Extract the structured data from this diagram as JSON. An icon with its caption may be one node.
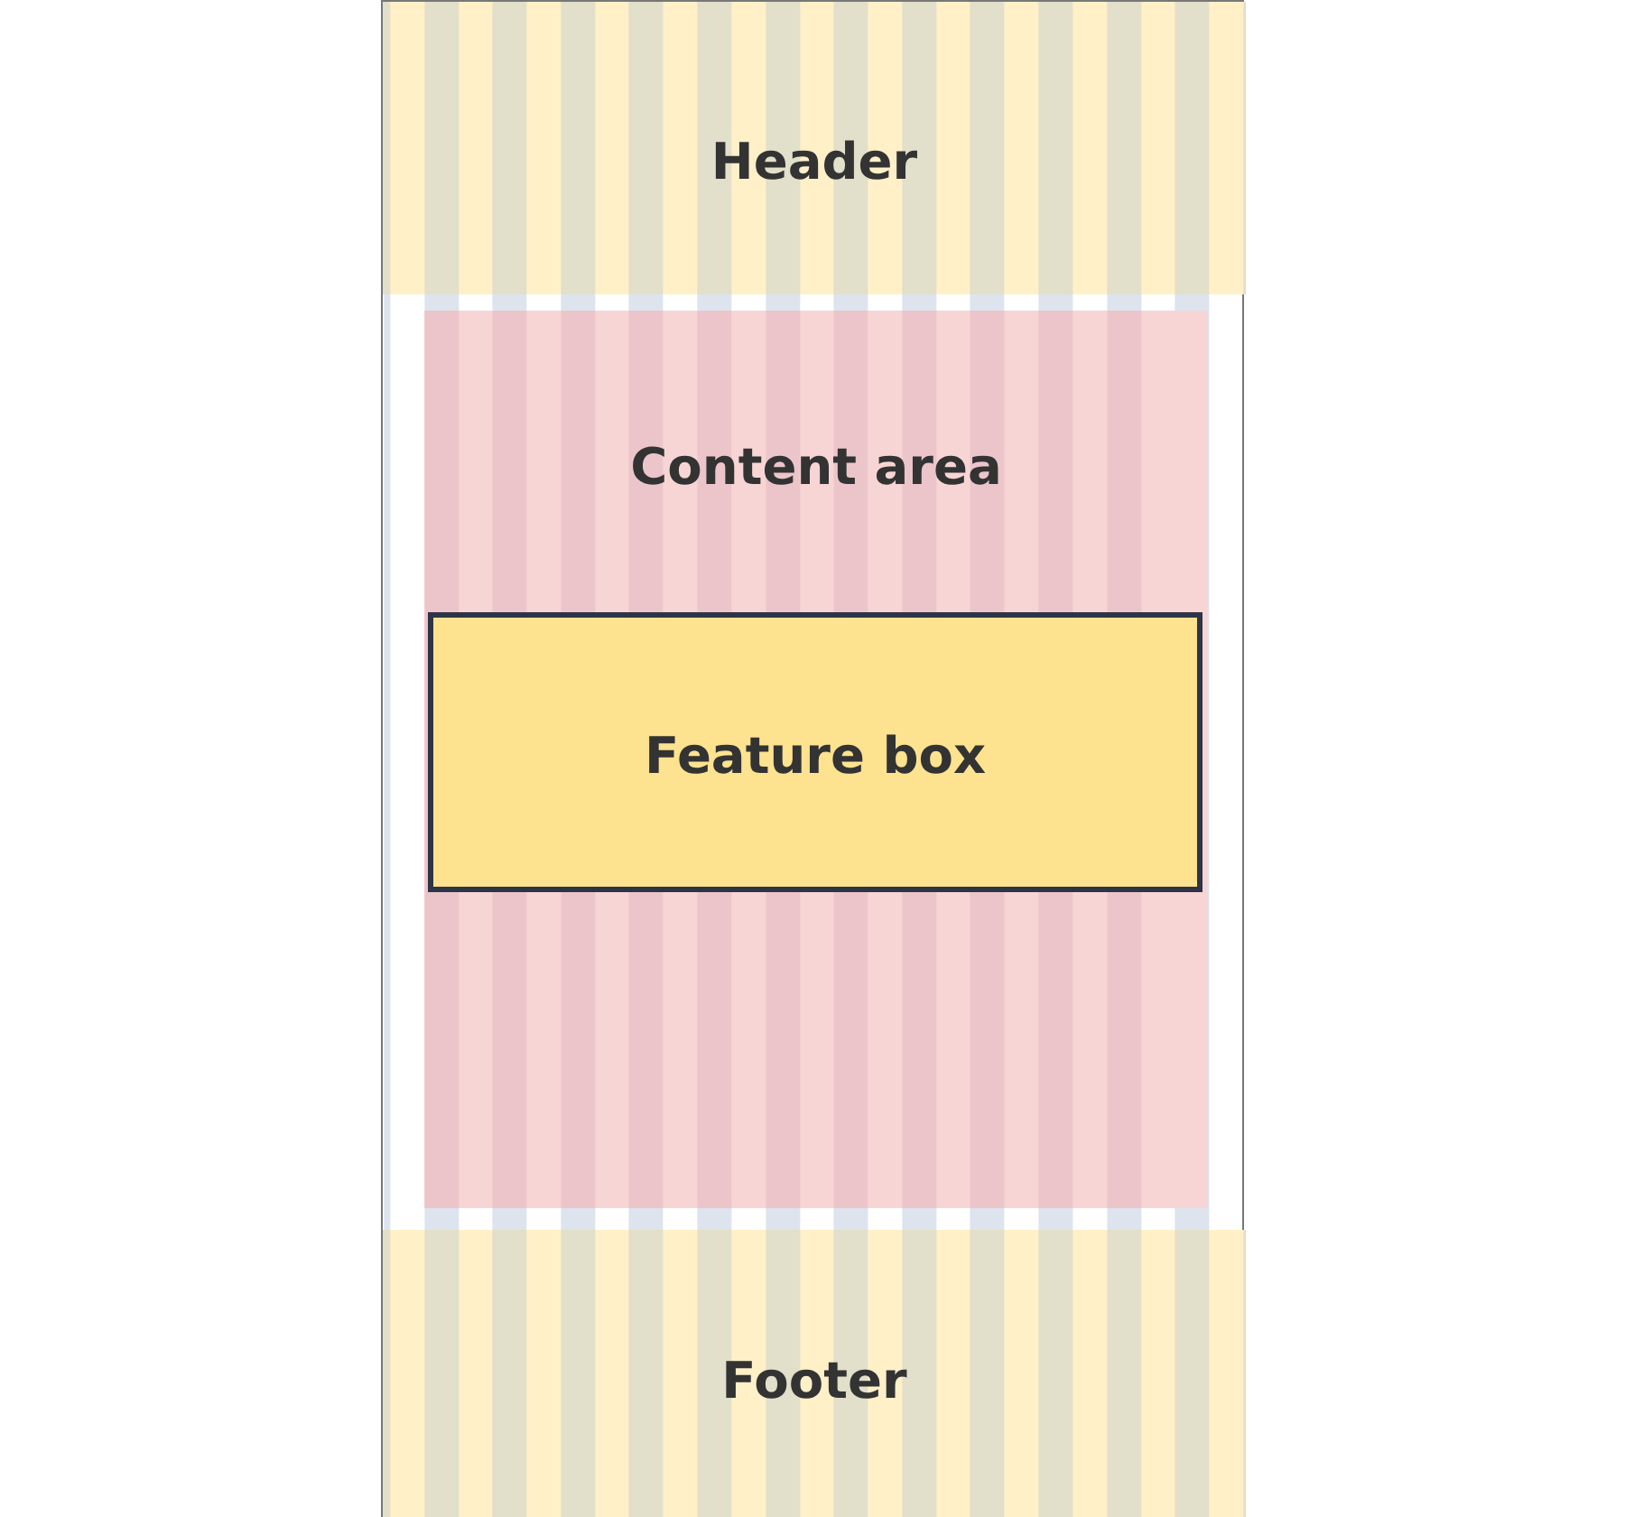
{
  "diagram": {
    "nodes": [
      {
        "text": [],
        "shape": "box"
      },
      {
        "text": [
          "Header"
        ],
        "in": 0
      },
      {
        "text": [
          "Content area"
        ],
        "in": 0
      },
      {
        "text": [
          "Feature box"
        ],
        "in": 2
      },
      {
        "text": [
          "Footer"
        ],
        "in": 0
      }
    ]
  }
}
